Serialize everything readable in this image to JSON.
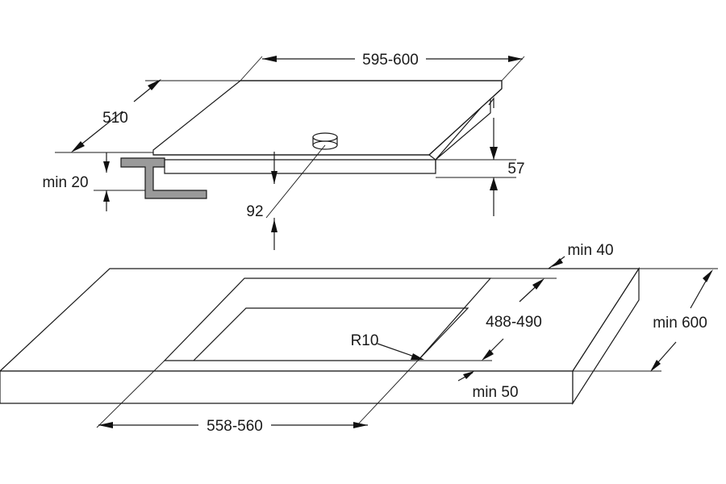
{
  "hob": {
    "width_label": "595-600",
    "depth_label": "510",
    "height_label": "57",
    "clearance_label": "92",
    "min_worktop_label": "min 20"
  },
  "worktop": {
    "front_gap_label": "min 40",
    "cutout_depth_label": "488-490",
    "corner_radius_label": "R10",
    "rear_gap_label": "min 50",
    "worktop_depth_label": "min 600",
    "cutout_width_label": "558-560"
  }
}
